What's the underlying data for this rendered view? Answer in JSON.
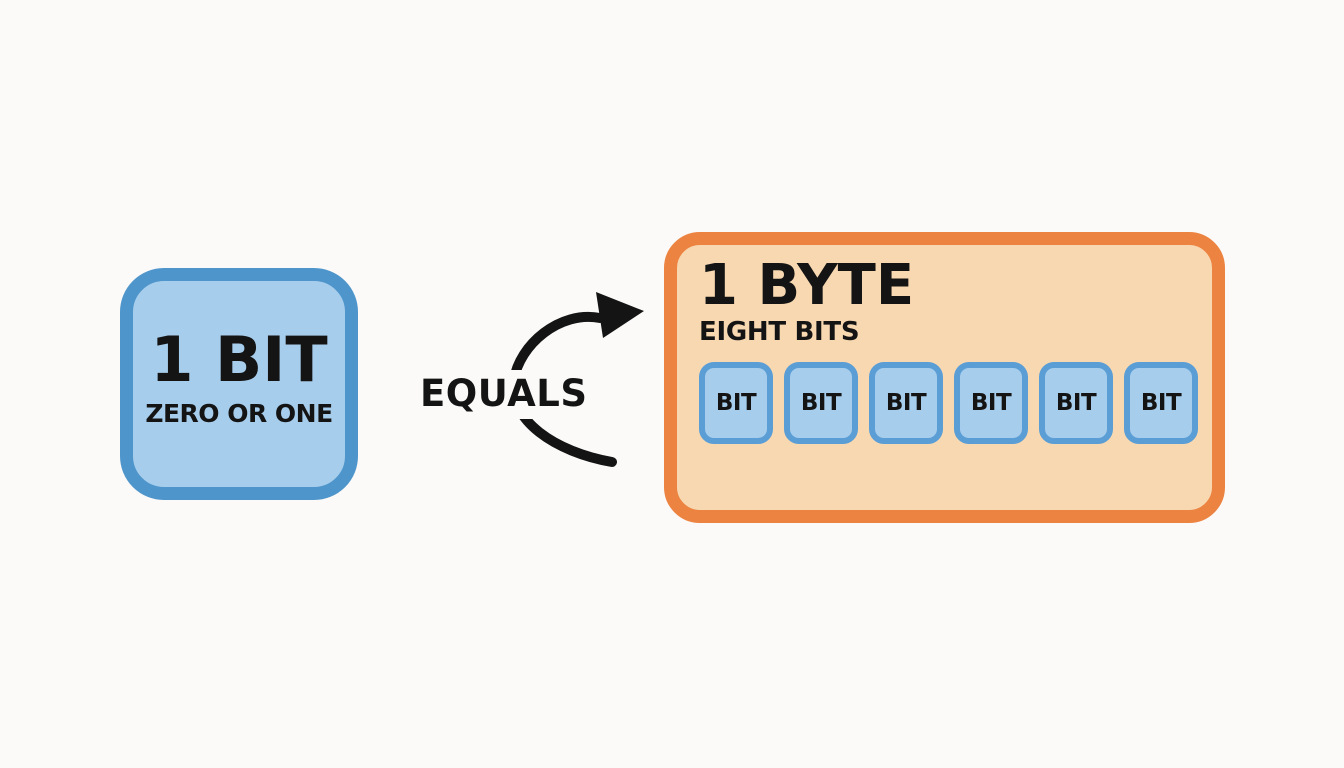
{
  "canvas": {
    "background_color": "#FBFAF9"
  },
  "bit_card": {
    "title": "1 BIT",
    "subtitle": "ZERO OR ONE",
    "fill_color": "#A7CDEC",
    "border_color": "#4E95CB"
  },
  "relation": {
    "label": "EQUALS",
    "arrow_icon": "curved-arrow-right",
    "arrow_color": "#141414"
  },
  "byte_card": {
    "title": "1 BYTE",
    "subtitle": "EIGHT BITS",
    "fill_color": "#F8D8B1",
    "border_color": "#EC8341",
    "bit_cells": [
      "BIT",
      "BIT",
      "BIT",
      "BIT",
      "BIT",
      "BIT"
    ]
  },
  "text_color": "#141414"
}
